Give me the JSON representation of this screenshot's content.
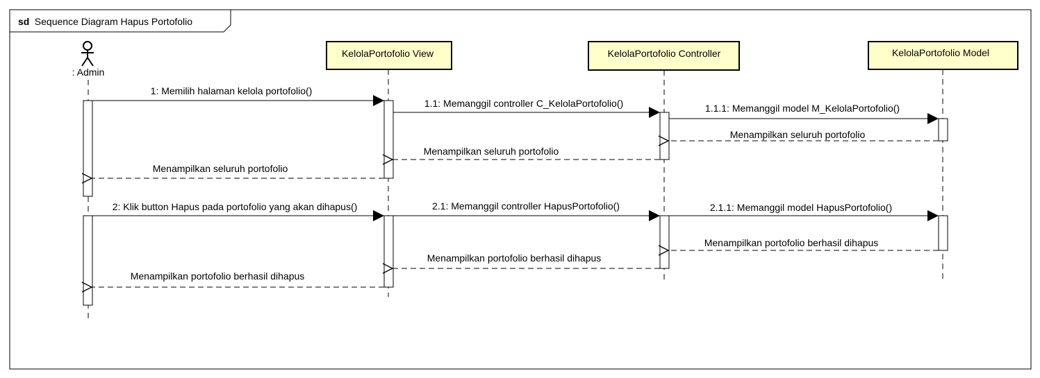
{
  "frame": {
    "keyword": "sd",
    "name": "Sequence Diagram Hapus Portofolio"
  },
  "actor": {
    "label": ": Admin"
  },
  "lifelines": [
    {
      "label": "KelolaPortofolio View"
    },
    {
      "label": "KelolaPortofolio Controller"
    },
    {
      "label": "KelolaPortofolio Model"
    }
  ],
  "messages": [
    {
      "label": "1: Memilih halaman kelola portofolio()",
      "kind": "sync"
    },
    {
      "label": "1.1: Memanggil controller C_KelolaPortofolio()",
      "kind": "sync"
    },
    {
      "label": "1.1.1: Memanggil model M_KelolaPortofolio()",
      "kind": "sync"
    },
    {
      "label": "Menampilkan seluruh portofolio",
      "kind": "return"
    },
    {
      "label": "Menampilkan seluruh portofolio",
      "kind": "return"
    },
    {
      "label": "Menampilkan seluruh portofolio",
      "kind": "return"
    },
    {
      "label": "2: Klik button Hapus pada portofolio yang akan dihapus()",
      "kind": "sync"
    },
    {
      "label": "2.1: Memanggil controller HapusPortofolio()",
      "kind": "sync"
    },
    {
      "label": "2.1.1: Memanggil model HapusPortofolio()",
      "kind": "sync"
    },
    {
      "label": "Menampilkan portofolio berhasil dihapus",
      "kind": "return"
    },
    {
      "label": "Menampilkan portofolio berhasil dihapus",
      "kind": "return"
    },
    {
      "label": "Menampilkan portofolio berhasil dihapus",
      "kind": "return"
    }
  ],
  "colors": {
    "lifeline_box_fill": "#FFFFCC",
    "lifeline_box_border": "#000000",
    "line": "#000000",
    "background": "#FFFFFF"
  }
}
